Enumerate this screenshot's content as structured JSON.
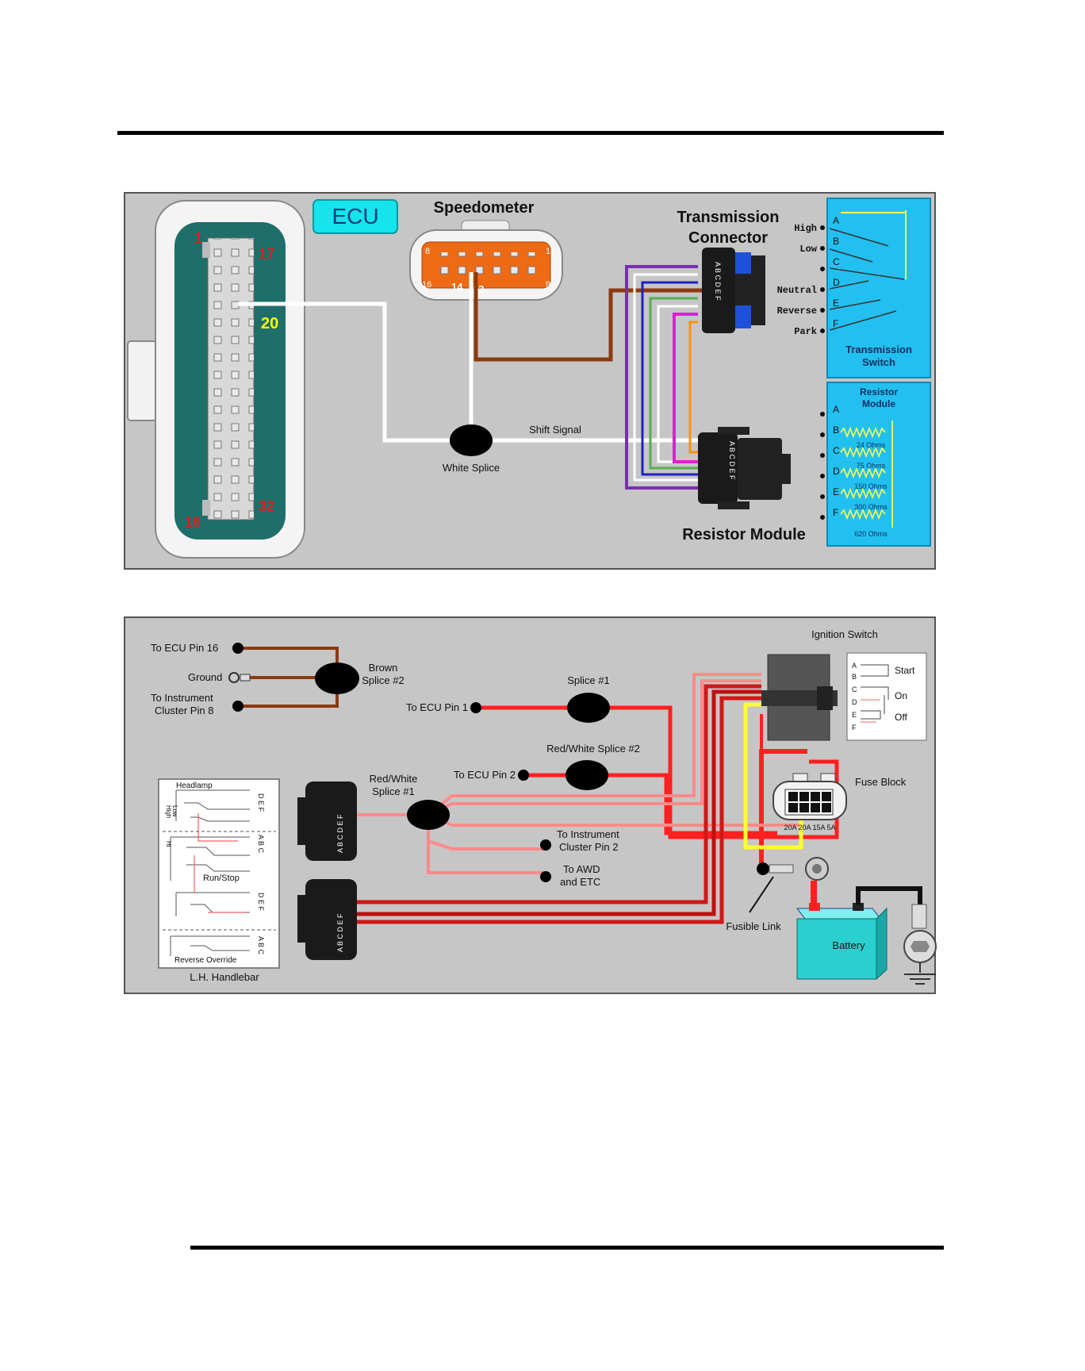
{
  "top_diagram": {
    "ecu_label": "ECU",
    "ecu_pins": {
      "p1": "1",
      "p17": "17",
      "p20": "20",
      "p16": "16",
      "p32": "32"
    },
    "speedometer": {
      "title": "Speedometer",
      "pin8": "8",
      "pin1": "1",
      "pin16": "16",
      "pin14": "14",
      "pin13": "13",
      "pin9": "9"
    },
    "transmission_connector": {
      "title_line1": "Transmission",
      "title_line2": "Connector"
    },
    "connector_letters": "A B C D E F",
    "transmission_switch": {
      "positions": [
        {
          "letter": "A",
          "label": "High"
        },
        {
          "letter": "B",
          "label": "Low"
        },
        {
          "letter": "C",
          "label": ""
        },
        {
          "letter": "D",
          "label": "Neutral"
        },
        {
          "letter": "E",
          "label": "Reverse"
        },
        {
          "letter": "F",
          "label": "Park"
        }
      ],
      "title_line1": "Transmission",
      "title_line2": "Switch"
    },
    "resistor_module_box": {
      "title_line1": "Resistor",
      "title_line2": "Module",
      "letters": [
        "A",
        "B",
        "C",
        "D",
        "E",
        "F"
      ],
      "resistors": [
        "24 Ohms",
        "75 Ohms",
        "150 Ohms",
        "300 Ohms",
        "620 Ohms"
      ]
    },
    "white_splice": "White Splice",
    "shift_signal": "Shift Signal",
    "resistor_module_label": "Resistor Module"
  },
  "bottom_diagram": {
    "left_labels": {
      "ecu_pin16": "To ECU Pin 16",
      "ground": "Ground",
      "cluster_line1": "To Instrument",
      "cluster_line2": "Cluster Pin 8"
    },
    "brown_splice_line1": "Brown",
    "brown_splice_line2": "Splice #2",
    "splice1": "Splice #1",
    "ecu_pin1": "To ECU Pin 1",
    "red_white_splice2": "Red/White Splice #2",
    "ecu_pin2": "To ECU Pin 2",
    "red_white_splice1_line1": "Red/White",
    "red_white_splice1_line2": "Splice #1",
    "cluster_pin2_line1": "To Instrument",
    "cluster_pin2_line2": "Cluster Pin 2",
    "awd_line1": "To AWD",
    "awd_line2": "and ETC",
    "ignition_switch": "Ignition Switch",
    "ignition_positions": [
      "Start",
      "On",
      "Off"
    ],
    "ignition_letters": [
      "A",
      "B",
      "C",
      "D",
      "E",
      "F"
    ],
    "fuse_block": "Fuse Block",
    "fuse_ratings": "20A 20A 15A 5A",
    "fusible_link": "Fusible Link",
    "battery": "Battery",
    "handlebar": {
      "headlamp": "Headlamp",
      "high": "High",
      "low": "Low",
      "hi": "Hi",
      "run_stop": "Run/Stop",
      "reverse_override": "Reverse Override",
      "title": "L.H. Handlebar",
      "letters_top": "D E F",
      "letters_mid": "A B C",
      "letters_low": "D E F",
      "letters_bot": "A B C"
    },
    "plug_letters": "A B C D E F"
  }
}
